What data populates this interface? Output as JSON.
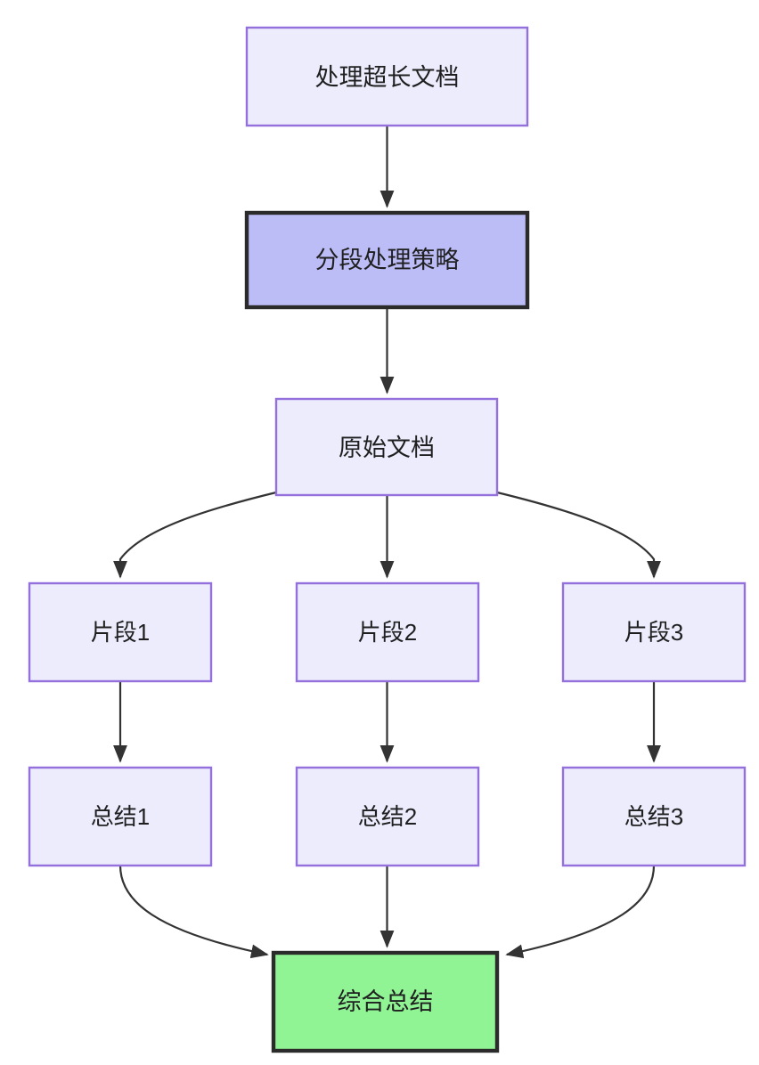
{
  "diagram": {
    "type": "flowchart",
    "direction": "top-down",
    "background_color": "#ffffff",
    "edge_color": "#333333",
    "styles": {
      "light_fill": "#ececfd",
      "light_border": "#9370db",
      "highlight_fill": "#bcbcf6",
      "highlight_border": "#2b2b2b",
      "result_fill": "#90f394",
      "result_border": "#2b2b2b",
      "text_color": "#1f1f20"
    },
    "nodes": [
      {
        "id": "start",
        "label": "处理超长文档",
        "style": "light"
      },
      {
        "id": "strategy",
        "label": "分段处理策略",
        "style": "highlight"
      },
      {
        "id": "source",
        "label": "原始文档",
        "style": "light"
      },
      {
        "id": "chunk1",
        "label": "片段1",
        "style": "light"
      },
      {
        "id": "chunk2",
        "label": "片段2",
        "style": "light"
      },
      {
        "id": "chunk3",
        "label": "片段3",
        "style": "light"
      },
      {
        "id": "sum1",
        "label": "总结1",
        "style": "light"
      },
      {
        "id": "sum2",
        "label": "总结2",
        "style": "light"
      },
      {
        "id": "sum3",
        "label": "总结3",
        "style": "light"
      },
      {
        "id": "final",
        "label": "综合总结",
        "style": "result"
      }
    ],
    "edges": [
      {
        "from": "start",
        "to": "strategy"
      },
      {
        "from": "strategy",
        "to": "source"
      },
      {
        "from": "source",
        "to": "chunk1"
      },
      {
        "from": "source",
        "to": "chunk2"
      },
      {
        "from": "source",
        "to": "chunk3"
      },
      {
        "from": "chunk1",
        "to": "sum1"
      },
      {
        "from": "chunk2",
        "to": "sum2"
      },
      {
        "from": "chunk3",
        "to": "sum3"
      },
      {
        "from": "sum1",
        "to": "final"
      },
      {
        "from": "sum2",
        "to": "final"
      },
      {
        "from": "sum3",
        "to": "final"
      }
    ]
  }
}
